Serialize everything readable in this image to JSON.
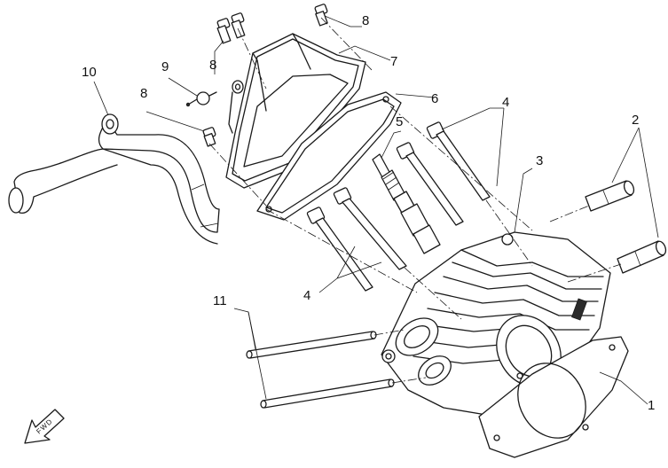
{
  "callouts": {
    "c1": "1",
    "c2": "2",
    "c3": "3",
    "c4_top": "4",
    "c4_bottom": "4",
    "c5": "5",
    "c6": "6",
    "c7": "7",
    "c8_top": "8",
    "c8_mid": "8",
    "c8_left": "8",
    "c9": "9",
    "c10": "10",
    "c11": "11"
  },
  "fwd_label": "FWD"
}
